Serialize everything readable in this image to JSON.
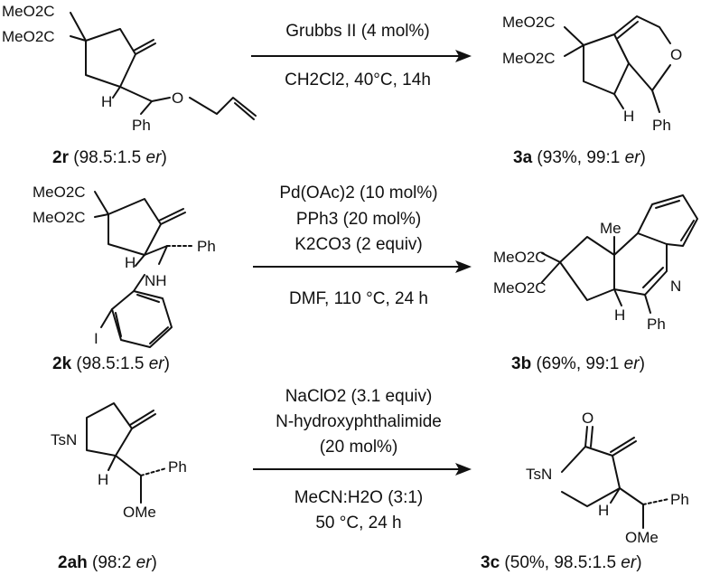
{
  "reactions": [
    {
      "conditions": [
        "Grubbs II (4 mol%)",
        "CH2Cl2, 40°C, 14h"
      ],
      "substrate": {
        "id": "2r",
        "er": "98.5:1.5",
        "atoms": {
          "ester1": "MeO2C",
          "ester2": "MeO2C",
          "H": "H",
          "O": "O",
          "Ph": "Ph"
        }
      },
      "product": {
        "id": "3a",
        "yield_er": "93%, 99:1",
        "atoms": {
          "ester1": "MeO2C",
          "ester2": "MeO2C",
          "H": "H",
          "O": "O",
          "Ph": "Ph"
        }
      }
    },
    {
      "conditions": [
        "Pd(OAc)2 (10 mol%)",
        "PPh3 (20 mol%)",
        "K2CO3 (2 equiv)",
        "DMF, 110 °C, 24 h"
      ],
      "substrate": {
        "id": "2k",
        "er": "98.5:1.5",
        "atoms": {
          "ester1": "MeO2C",
          "ester2": "MeO2C",
          "H": "H",
          "NH": "NH",
          "Ph": "Ph",
          "I": "I"
        }
      },
      "product": {
        "id": "3b",
        "yield_er": "69%, 99:1",
        "atoms": {
          "ester1": "MeO2C",
          "ester2": "MeO2C",
          "H": "H",
          "Me": "Me",
          "N": "N",
          "Ph": "Ph"
        }
      }
    },
    {
      "conditions": [
        "NaClO2 (3.1 equiv)",
        "N-hydroxyphthalimide",
        "(20 mol%)",
        "MeCN:H2O (3:1)",
        "50 °C, 24 h"
      ],
      "substrate": {
        "id": "2ah",
        "er": "98:2",
        "atoms": {
          "TsN": "TsN",
          "H": "H",
          "Ph": "Ph",
          "OMe": "OMe"
        }
      },
      "product": {
        "id": "3c",
        "yield_er": "50%, 98.5:1.5",
        "atoms": {
          "TsN": "TsN",
          "H": "H",
          "Ph": "Ph",
          "OMe": "OMe",
          "O": "O"
        }
      }
    }
  ]
}
